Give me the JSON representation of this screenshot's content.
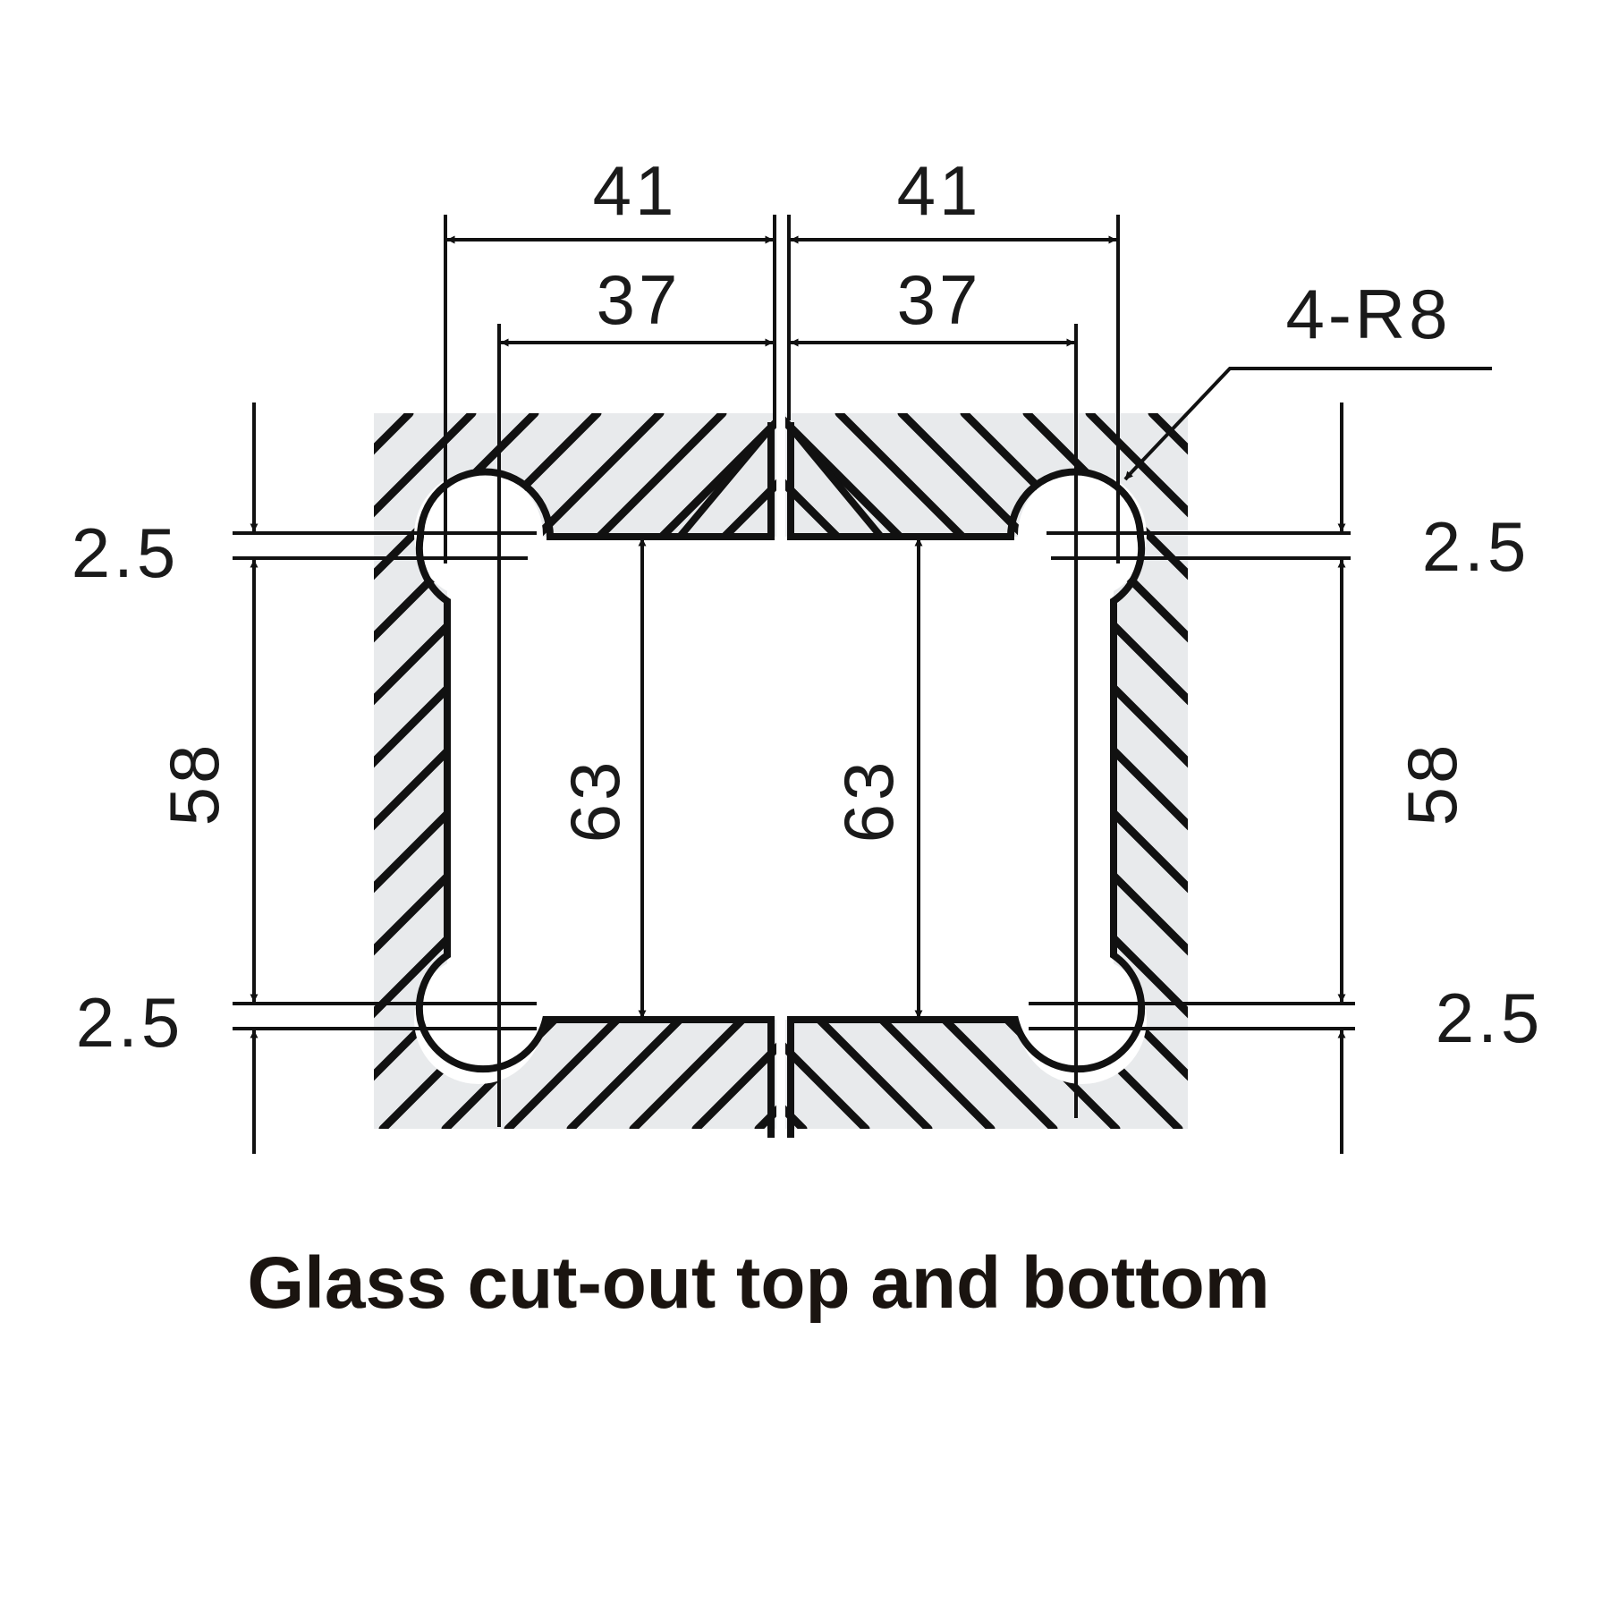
{
  "diagram": {
    "caption": "Glass cut-out top and bottom",
    "dims": {
      "top_left_outer": "41",
      "top_left_inner": "37",
      "top_right_outer": "41",
      "top_right_inner": "37",
      "corner_radius_note": "4-R8",
      "left_top_gap": "2.5",
      "left_height": "58",
      "left_bottom_gap": "2.5",
      "right_top_gap": "2.5",
      "right_height": "58",
      "right_bottom_gap": "2.5",
      "inner_left_height": "63",
      "inner_right_height": "63"
    },
    "colors": {
      "glass_fill": "#e8eaec",
      "line": "#111111",
      "caption": "#1a1410"
    }
  }
}
